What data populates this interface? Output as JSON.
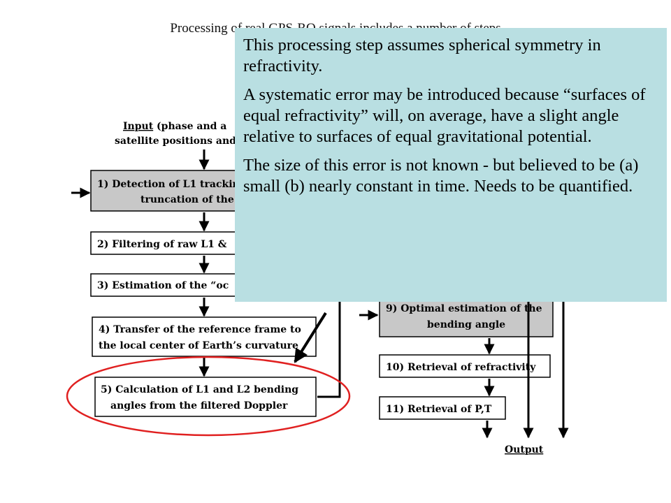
{
  "slide": {
    "title": "Processing of real GPS-RO signals includes a number of steps",
    "subtitle": "Lay-out of inversion steps"
  },
  "flowchart": {
    "input_label": "Input",
    "input_rest": " (phase and a",
    "input_line2": "satellite positions and",
    "steps": [
      {
        "line1": "1) Detection of L1 tracking",
        "line2": "truncation of the"
      },
      {
        "line1": "2) Filtering of raw L1 &"
      },
      {
        "line1": "3) Estimation of the “oc"
      },
      {
        "line1": "4) Transfer of the reference frame to",
        "line2": "the local center of Earth’s curvature"
      },
      {
        "line1": "5) Calculation of L1 and L2 bending",
        "line2": "angles from the filtered Doppler"
      },
      {
        "line1": "9) Optimal estimation of the",
        "line2": "bending angle"
      },
      {
        "line1": "10) Retrieval of refractivity"
      },
      {
        "line1": "11) Retrieval of P,T"
      }
    ],
    "output_label": "Output"
  },
  "callout": {
    "paragraphs": [
      "This processing step assumes spherical symmetry in refractivity.",
      "A systematic error may be introduced because “surfaces of equal refractivity” will, on average, have a slight angle relative to surfaces of equal gravitational potential.",
      "The size of this error is not known - but believed to be (a) small (b) nearly constant in time.  Needs to be quantified."
    ]
  },
  "colors": {
    "callout_bg": "#b9dfe2",
    "highlight_ellipse": "#e02020",
    "shaded_box": "#c8c8c8"
  }
}
